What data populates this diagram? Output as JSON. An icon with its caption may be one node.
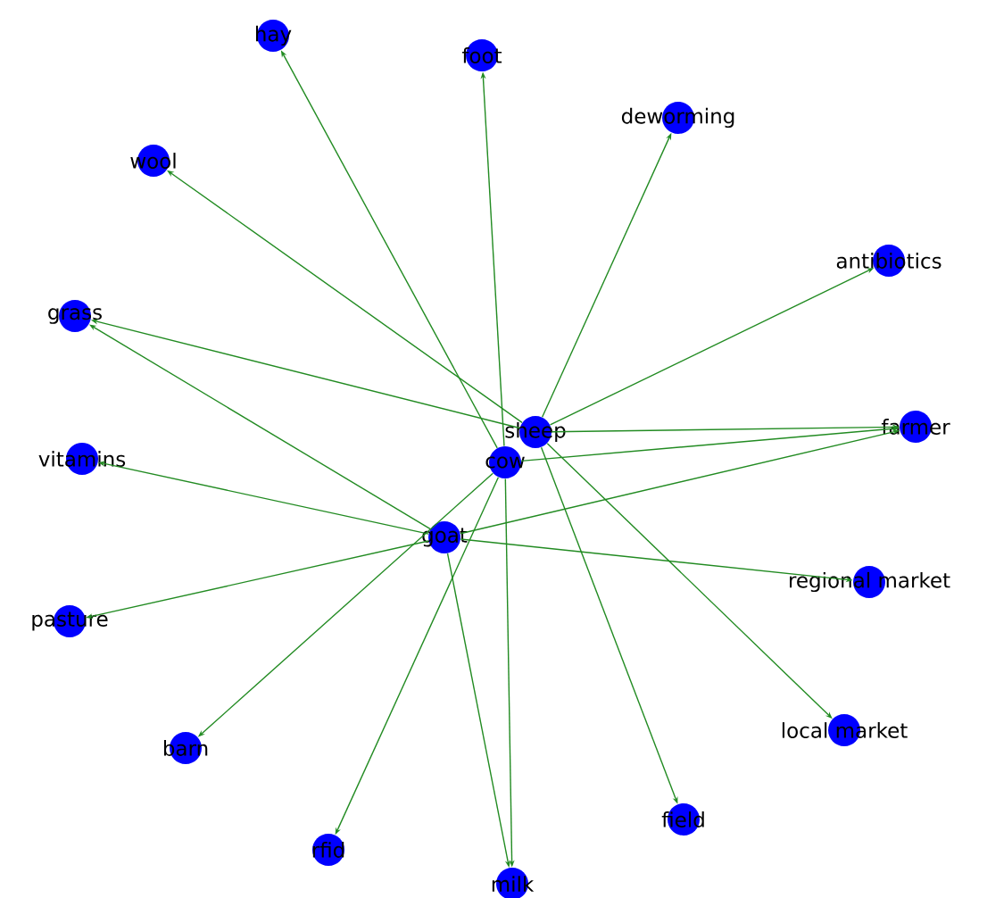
{
  "diagram": {
    "nodes": [
      {
        "text": [
          "hay"
        ]
      },
      {
        "text": [
          "foot"
        ]
      },
      {
        "text": [
          "deworming"
        ]
      },
      {
        "text": [
          "wool"
        ]
      },
      {
        "text": [
          "antibiotics"
        ]
      },
      {
        "text": [
          "grass"
        ]
      },
      {
        "text": [
          "sheep"
        ]
      },
      {
        "text": [
          "farmer"
        ]
      },
      {
        "text": [
          "vitamins"
        ]
      },
      {
        "text": [
          "cow"
        ]
      },
      {
        "text": [
          "goat"
        ]
      },
      {
        "text": [
          "regional market"
        ]
      },
      {
        "text": [
          "pasture"
        ]
      },
      {
        "text": [
          "local market"
        ]
      },
      {
        "text": [
          "barn"
        ]
      },
      {
        "text": [
          "field"
        ]
      },
      {
        "text": [
          "rfid"
        ]
      },
      {
        "text": [
          "milk"
        ]
      }
    ],
    "edges": [
      {
        "from": 9,
        "to": 0,
        "arrow": "to"
      },
      {
        "from": 9,
        "to": 1,
        "arrow": "to"
      },
      {
        "from": 6,
        "to": 2,
        "arrow": "to"
      },
      {
        "from": 6,
        "to": 3,
        "arrow": "to"
      },
      {
        "from": 6,
        "to": 4,
        "arrow": "to"
      },
      {
        "from": 6,
        "to": 5,
        "arrow": "to"
      },
      {
        "from": 10,
        "to": 5,
        "arrow": "to"
      },
      {
        "from": 6,
        "to": 7,
        "arrow": "to"
      },
      {
        "from": 9,
        "to": 7,
        "arrow": "to"
      },
      {
        "from": 10,
        "to": 7,
        "arrow": "to"
      },
      {
        "from": 10,
        "to": 8,
        "arrow": "to"
      },
      {
        "from": 10,
        "to": 11,
        "arrow": "to"
      },
      {
        "from": 10,
        "to": 12,
        "arrow": "to"
      },
      {
        "from": 6,
        "to": 13,
        "arrow": "to"
      },
      {
        "from": 9,
        "to": 14,
        "arrow": "to"
      },
      {
        "from": 6,
        "to": 15,
        "arrow": "to"
      },
      {
        "from": 9,
        "to": 16,
        "arrow": "to"
      },
      {
        "from": 9,
        "to": 17,
        "arrow": "to"
      },
      {
        "from": 10,
        "to": 17,
        "arrow": "to"
      }
    ]
  }
}
